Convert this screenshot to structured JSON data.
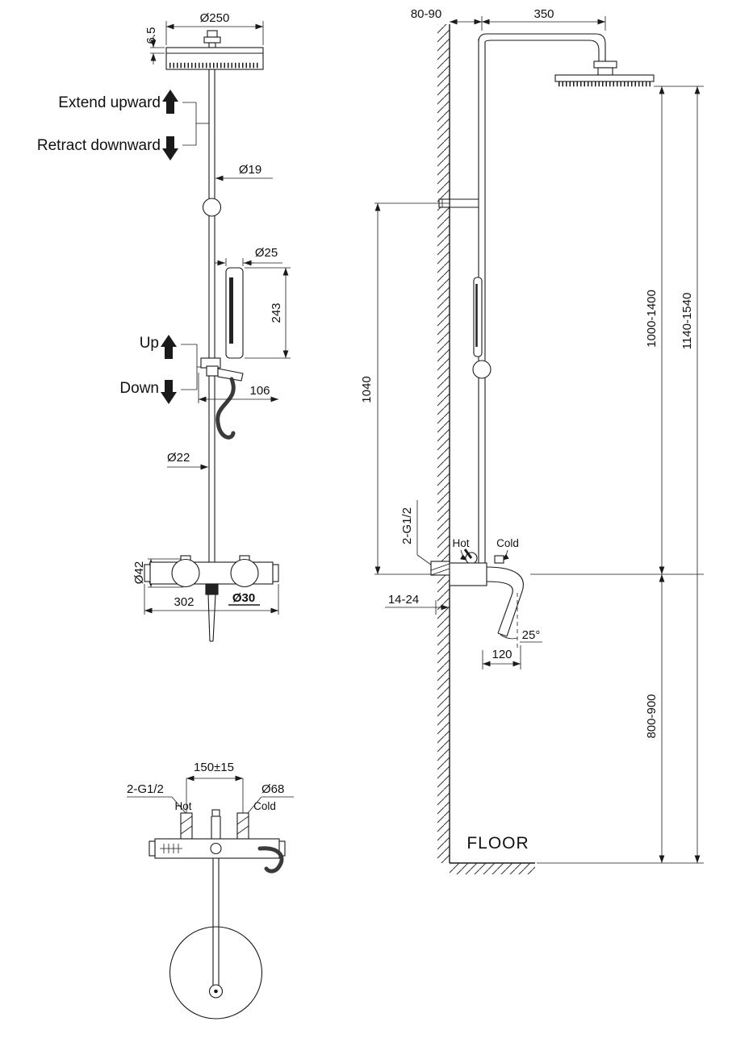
{
  "front_view": {
    "dia250": "Ø250",
    "thk65": "6.5",
    "extend": "Extend upward",
    "retract": "Retract downward",
    "dia19": "Ø19",
    "dia25": "Ø25",
    "len243": "243",
    "up": "Up",
    "down": "Down",
    "len106": "106",
    "dia22": "Ø22",
    "dia42": "Ø42",
    "len302": "302",
    "dia30": "Ø30"
  },
  "top_view": {
    "len150": "150±15",
    "g12": "2-G1/2",
    "dia68": "Ø68",
    "hot": "Hot",
    "cold": "Cold"
  },
  "side_view": {
    "off8090": "80-90",
    "len350": "350",
    "len1040": "1040",
    "rng1000": "1000-1400",
    "rng1140": "1140-1540",
    "g12": "2-G1/2",
    "hot": "Hot",
    "cold": "Cold",
    "thk1424": "14-24",
    "ang25": "25°",
    "len120": "120",
    "rng800": "800-900",
    "floor": "FLOOR"
  }
}
